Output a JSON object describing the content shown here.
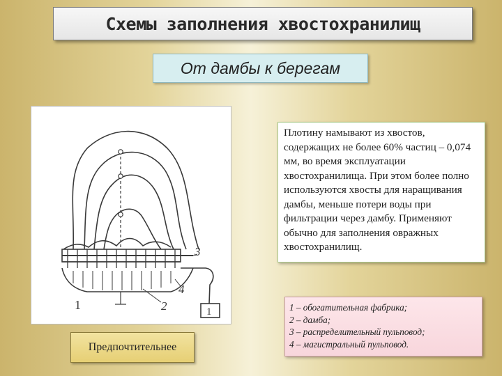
{
  "slide": {
    "title": "Схемы заполнения хвостохранилищ",
    "subtitle": "От дамбы к берегам",
    "description": "Плотину намывают из хвостов, содержащих не более 60% частиц – 0,074 мм, во время эксплуатации хвостохранилища. При этом более полно используются хвосты для наращивания дамбы, меньше потери воды при фильтрации через дамбу. Применяют обычно для заполнения овражных хвостохранилищ.",
    "legend": [
      "1 – обогатительная фабрика;",
      "2 – дамба;",
      "3 – распределительный пульповод;",
      "4 – магистральный пульповод."
    ],
    "preference_label": "Предпочтительнее"
  },
  "diagram": {
    "labels": {
      "pond": "1",
      "factory": "1",
      "dam": "2",
      "distribution_pipe": "3",
      "main_pipe": "4"
    }
  }
}
